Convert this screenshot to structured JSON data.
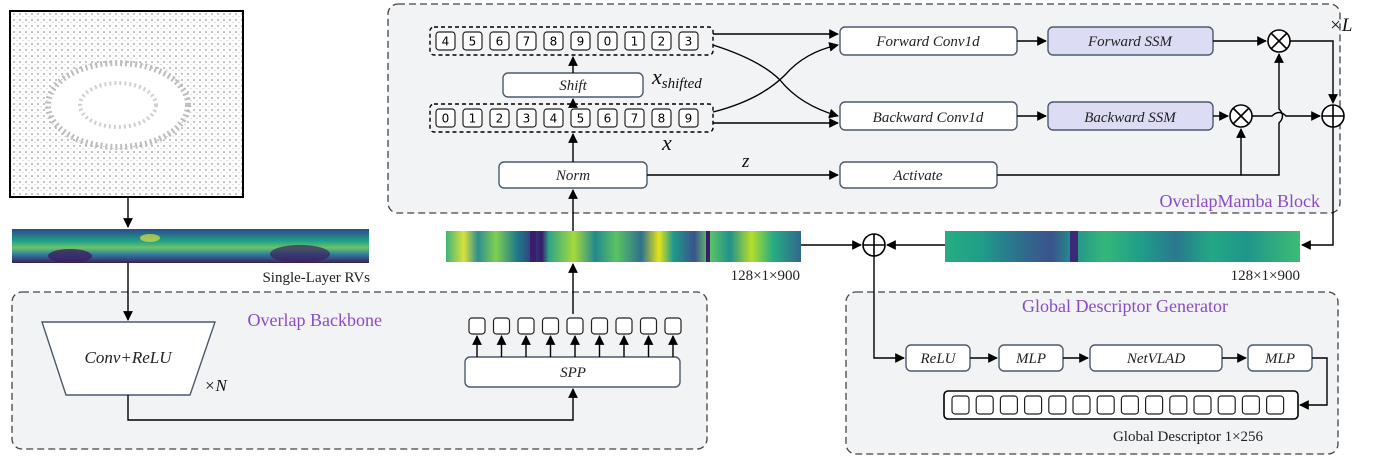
{
  "mamba_block": {
    "title": "OverlapMamba Block",
    "repeat": "×L",
    "shifted_tokens": [
      "4",
      "5",
      "6",
      "7",
      "8",
      "9",
      "0",
      "1",
      "2",
      "3"
    ],
    "tokens": [
      "0",
      "1",
      "2",
      "3",
      "4",
      "5",
      "6",
      "7",
      "8",
      "9"
    ],
    "shift_label": "Shift",
    "shifted_var": "x",
    "shifted_sub": "shifted",
    "x_var": "x",
    "z_var": "z",
    "norm_label": "Norm",
    "activate_label": "Activate",
    "fwd_conv": "Forward Conv1d",
    "bwd_conv": "Backward Conv1d",
    "fwd_ssm": "Forward SSM",
    "bwd_ssm": "Backward SSM"
  },
  "input": {
    "rv_label": "Single-Layer RVs"
  },
  "backbone": {
    "title": "Overlap Backbone",
    "conv_label": "Conv+ReLU",
    "repeat": "×N",
    "spp_label": "SPP"
  },
  "features": {
    "left_dim": "128×1×900",
    "right_dim": "128×1×900"
  },
  "gdg": {
    "title": "Global Descriptor Generator",
    "relu": "ReLU",
    "mlp1": "MLP",
    "netvlad": "NetVLAD",
    "mlp2": "MLP",
    "descriptor_label": "Global Descriptor 1×256"
  },
  "colors": {
    "panel_bg": "#f2f3f5",
    "ssm_fill": "#dcdcf5",
    "title_purple": "#8a4cc6"
  }
}
